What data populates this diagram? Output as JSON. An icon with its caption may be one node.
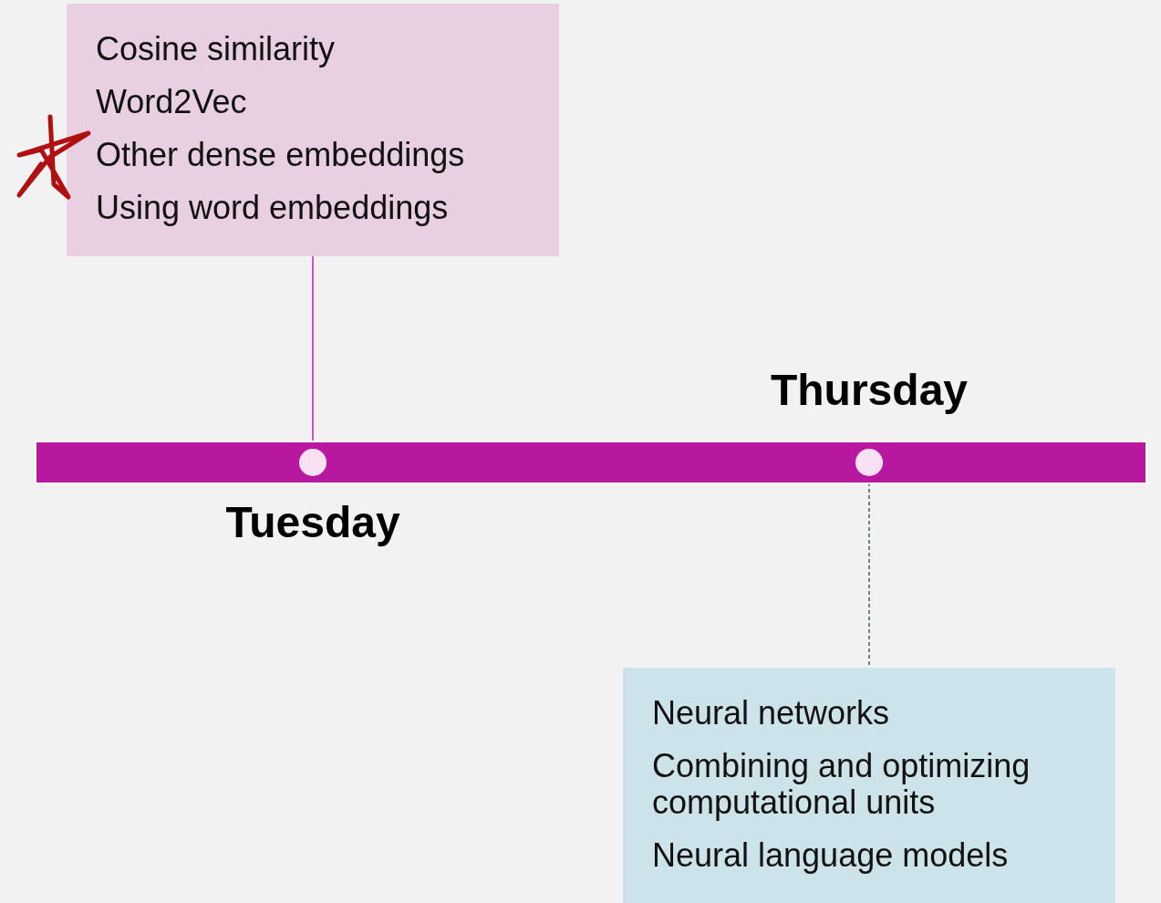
{
  "diagram": {
    "nodes": [
      {
        "text": [
          "Cosine similarity",
          "Word2Vec",
          "Other dense embeddings",
          "Using word embeddings"
        ]
      },
      {
        "text": [],
        "shape": "bar"
      },
      {
        "text": [],
        "shape": "circle",
        "in": 1,
        "beside": [
          "Tuesday"
        ]
      },
      {
        "text": [],
        "shape": "circle",
        "in": 1,
        "beside": [
          "Thursday"
        ]
      },
      {
        "text": [
          "Neural networks",
          "Combining and optimizing computational units",
          "Neural language models"
        ]
      }
    ],
    "edges": [
      {
        "from": 0,
        "to": 2,
        "arrow": "none",
        "color": "#c81cb0"
      },
      {
        "from": 3,
        "to": 4,
        "arrow": "none",
        "style": "dashed",
        "color": "#2e6b4f"
      }
    ]
  }
}
